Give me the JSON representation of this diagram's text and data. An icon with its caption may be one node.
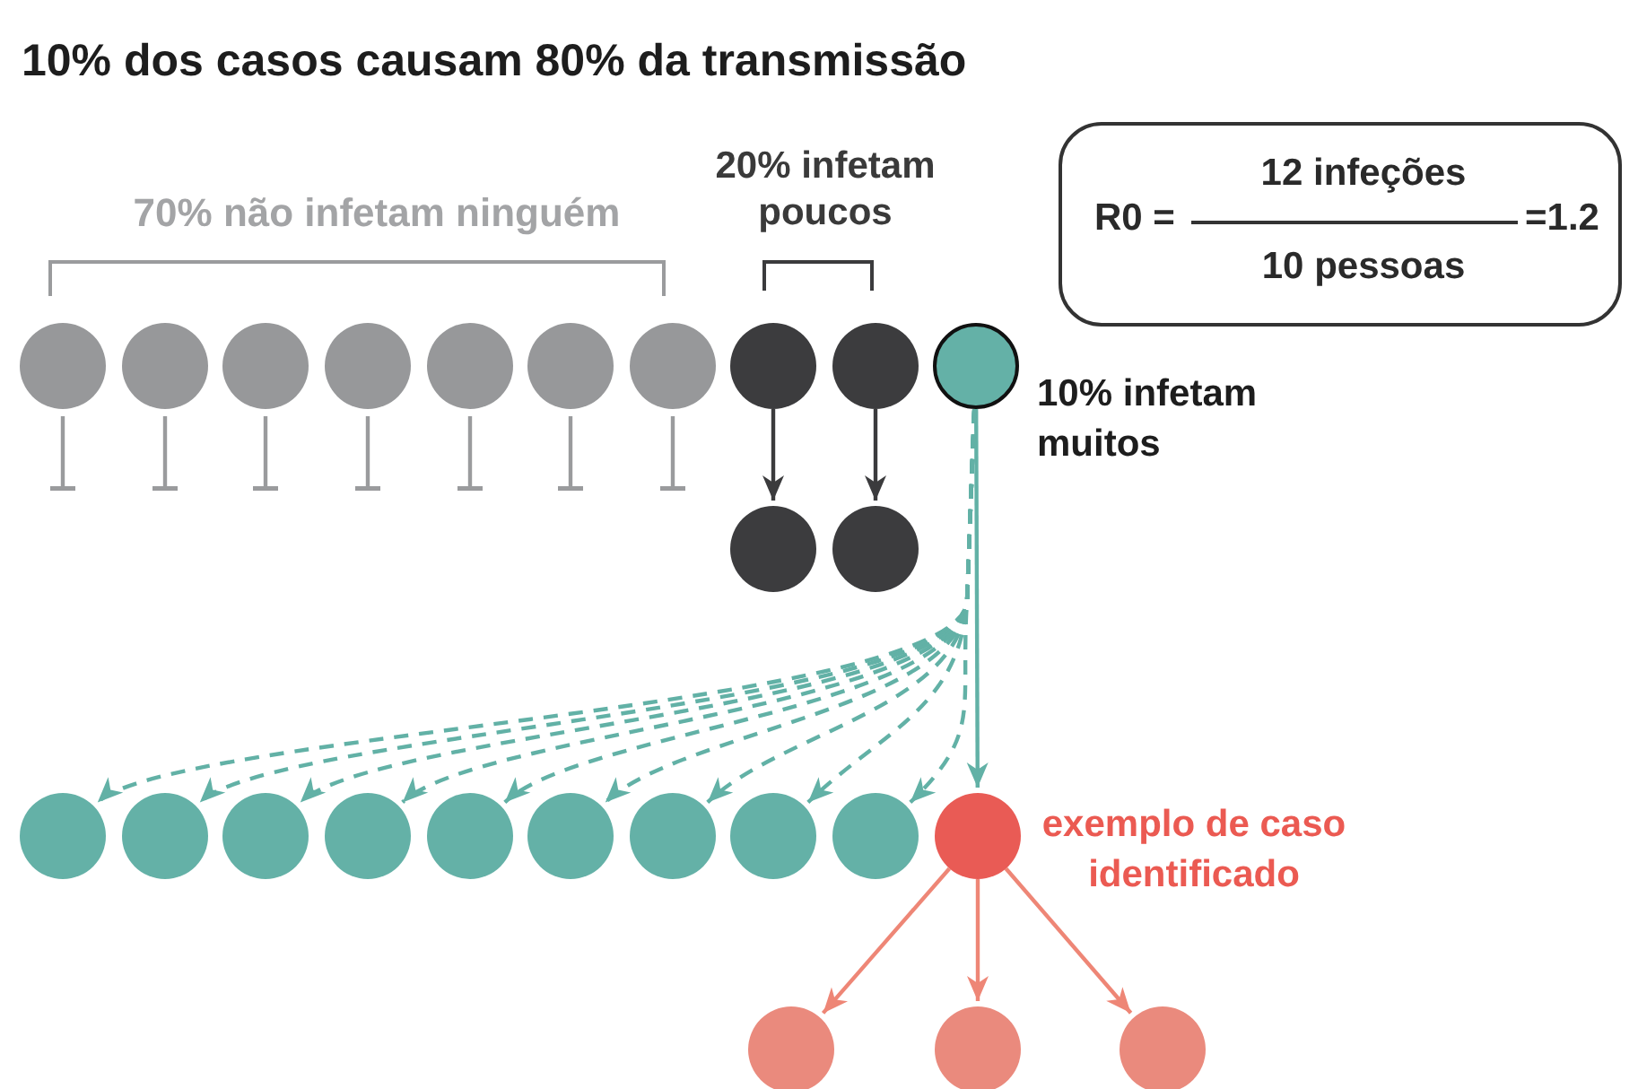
{
  "diagram": {
    "title": "10% dos casos causam 80% da transmissão",
    "nodes": [
      {
        "text": [
          "R0 =",
          "12 infeções",
          "10 pessoas",
          "=1.2"
        ]
      },
      {
        "text": [],
        "shape": "circle"
      },
      {
        "text": [],
        "shape": "circle"
      },
      {
        "text": [],
        "shape": "circle"
      },
      {
        "text": [],
        "shape": "circle"
      },
      {
        "text": [],
        "shape": "circle"
      },
      {
        "text": [],
        "shape": "circle"
      },
      {
        "text": [],
        "shape": "circle"
      },
      {
        "text": [],
        "shape": "circle"
      },
      {
        "text": [],
        "shape": "circle"
      },
      {
        "text": [],
        "shape": "circle",
        "beside": [
          "10% infetam muitos"
        ]
      },
      {
        "text": [],
        "shape": "circle"
      },
      {
        "text": [],
        "shape": "circle"
      },
      {
        "text": [],
        "shape": "circle"
      },
      {
        "text": [],
        "shape": "circle"
      },
      {
        "text": [],
        "shape": "circle"
      },
      {
        "text": [],
        "shape": "circle"
      },
      {
        "text": [],
        "shape": "circle"
      },
      {
        "text": [],
        "shape": "circle"
      },
      {
        "text": [],
        "shape": "circle"
      },
      {
        "text": [],
        "shape": "circle"
      },
      {
        "text": [],
        "shape": "circle"
      },
      {
        "text": [],
        "shape": "circle",
        "beside": [
          "exemplo de caso identificado"
        ]
      },
      {
        "text": [],
        "shape": "circle"
      },
      {
        "text": [],
        "shape": "circle"
      },
      {
        "text": [],
        "shape": "circle"
      }
    ],
    "edges": [
      {
        "from": 1,
        "to": null,
        "arrow": "other",
        "color": "#9a9b9d"
      },
      {
        "from": 2,
        "to": null,
        "arrow": "other",
        "color": "#9a9b9d"
      },
      {
        "from": 3,
        "to": null,
        "arrow": "other",
        "color": "#9a9b9d"
      },
      {
        "from": 4,
        "to": null,
        "arrow": "other",
        "color": "#9a9b9d"
      },
      {
        "from": 5,
        "to": null,
        "arrow": "other",
        "color": "#9a9b9d"
      },
      {
        "from": 6,
        "to": null,
        "arrow": "other",
        "color": "#9a9b9d"
      },
      {
        "from": 7,
        "to": null,
        "arrow": "other",
        "color": "#9a9b9d"
      },
      {
        "from": 8,
        "to": 11,
        "arrow": "to",
        "color": "#3b3b3d"
      },
      {
        "from": 9,
        "to": 12,
        "arrow": "to",
        "color": "#3b3b3d"
      },
      {
        "from": 10,
        "to": 22,
        "arrow": "to"
      },
      {
        "from": 10,
        "to": 13,
        "arrow": "to",
        "style": "dashed"
      },
      {
        "from": 10,
        "to": 14,
        "arrow": "to",
        "style": "dashed"
      },
      {
        "from": 10,
        "to": 15,
        "arrow": "to",
        "style": "dashed"
      },
      {
        "from": 10,
        "to": 16,
        "arrow": "to",
        "style": "dashed"
      },
      {
        "from": 10,
        "to": 17,
        "arrow": "to",
        "style": "dashed"
      },
      {
        "from": 10,
        "to": 18,
        "arrow": "to",
        "style": "dashed"
      },
      {
        "from": 10,
        "to": 19,
        "arrow": "to",
        "style": "dashed"
      },
      {
        "from": 10,
        "to": 20,
        "arrow": "to",
        "style": "dashed"
      },
      {
        "from": 10,
        "to": 21,
        "arrow": "to",
        "style": "dashed"
      },
      {
        "from": 22,
        "to": 23,
        "arrow": "to",
        "color": "#ee8676"
      },
      {
        "from": 22,
        "to": 24,
        "arrow": "to",
        "color": "#ee8676"
      },
      {
        "from": 22,
        "to": 25,
        "arrow": "to",
        "color": "#ee8676"
      }
    ],
    "labels": [
      "70% não infetam ninguém",
      "20% infetam poucos"
    ]
  }
}
